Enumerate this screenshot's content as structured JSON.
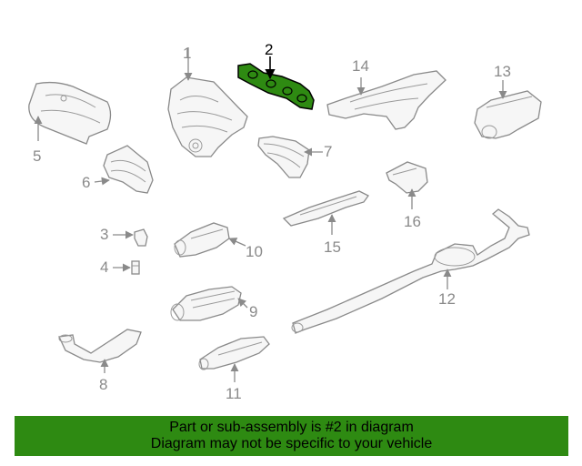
{
  "callouts": {
    "c1": "1",
    "c2": "2",
    "c3": "3",
    "c4": "4",
    "c5": "5",
    "c6": "6",
    "c7": "7",
    "c8": "8",
    "c9": "9",
    "c10": "10",
    "c11": "11",
    "c12": "12",
    "c13": "13",
    "c14": "14",
    "c15": "15",
    "c16": "16"
  },
  "highlight_color": "#2e8a12",
  "banner": {
    "line1": "Part or sub-assembly is #2 in diagram",
    "line2": "Diagram may not be specific to your vehicle"
  }
}
